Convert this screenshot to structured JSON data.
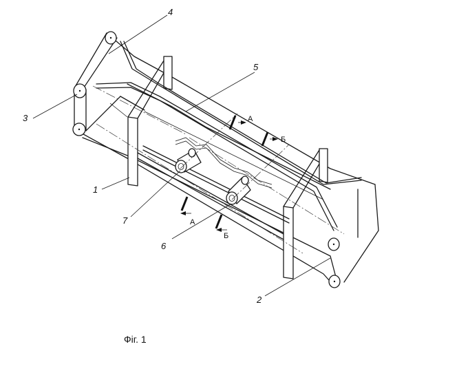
{
  "caption": "Фіг. 1",
  "labels": {
    "l1": "1",
    "l2": "2",
    "l3": "3",
    "l4": "4",
    "l5": "5",
    "l6": "6",
    "l7": "7"
  },
  "sections": {
    "a_top": "А",
    "b_top": "Б",
    "a_bottom": "А",
    "b_bottom": "Б"
  }
}
